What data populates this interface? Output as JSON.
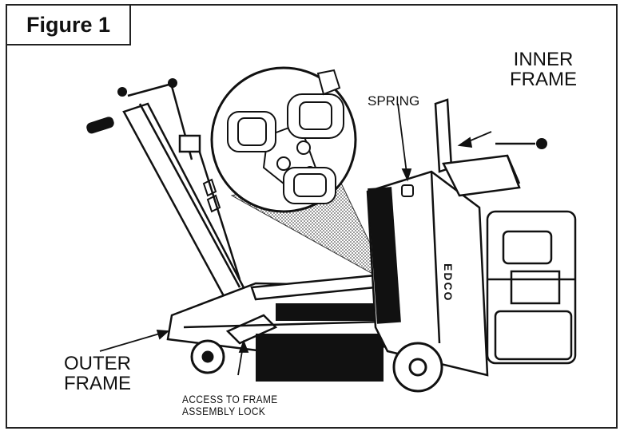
{
  "figure_label": "Figure 1",
  "labels": {
    "inner_frame_line1": "INNER",
    "inner_frame_line2": "FRAME",
    "spring": "SPRING",
    "outer_frame_line1": "OUTER",
    "outer_frame_line2": "FRAME",
    "access_line1": "ACCESS TO FRAME",
    "access_line2": "ASSEMBLY LOCK",
    "brand": "EDCO"
  }
}
